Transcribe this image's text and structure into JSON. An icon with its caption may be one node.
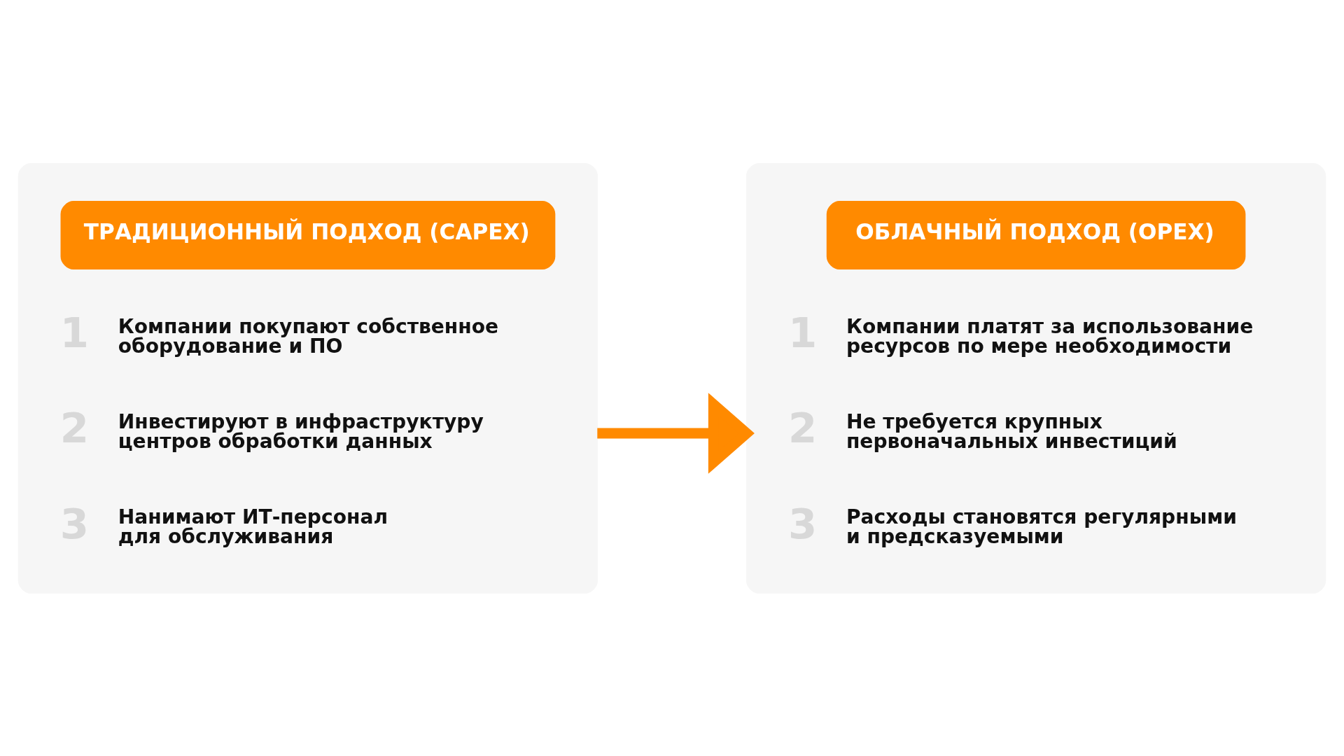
{
  "diagram": {
    "nodes": [
      {
        "text": [],
        "shape": "box"
      },
      {
        "text": [
          "ТРАДИЦИОННЫЙ ПОДХОД (CAPEX)"
        ],
        "in": 0
      },
      {
        "text": [
          "1",
          "Компании покупают собственное оборудование и ПО"
        ],
        "in": 0
      },
      {
        "text": [
          "2",
          "Инвестируют в инфраструктуру центров обработки данных"
        ],
        "in": 0
      },
      {
        "text": [
          "3",
          "Нанимают ИТ-персонал для обслуживания"
        ],
        "in": 0
      },
      {
        "text": [],
        "shape": "box"
      },
      {
        "text": [
          "ОБЛАЧНЫЙ ПОДХОД (OPEX)"
        ],
        "in": 5
      },
      {
        "text": [
          "1",
          "Компании платят за использование ресурсов по мере необходимости"
        ],
        "in": 5
      },
      {
        "text": [
          "2",
          "Не требуется крупных первоначальных инвестиций"
        ],
        "in": 5
      },
      {
        "text": [
          "3",
          "Расходы становятся регулярными и предсказуемыми"
        ],
        "in": 5
      }
    ],
    "edges": [
      {
        "from": 0,
        "to": 5,
        "arrow": "to"
      }
    ]
  }
}
